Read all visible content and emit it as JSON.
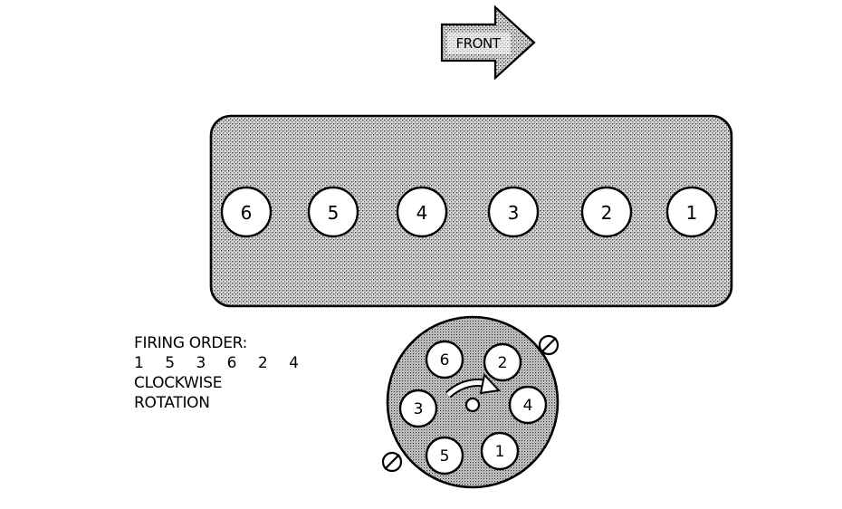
{
  "front_arrow": {
    "label": "FRONT"
  },
  "engine_block": {
    "cylinders": [
      "6",
      "5",
      "4",
      "3",
      "2",
      "1"
    ]
  },
  "firing_info": {
    "title": "FIRING ORDER:",
    "order": "1 5 3 6 2 4",
    "rotation_line1": "CLOCKWISE",
    "rotation_line2": "ROTATION"
  },
  "distributor": {
    "terminals": [
      "6",
      "2",
      "4",
      "1",
      "5",
      "3"
    ],
    "rotation": "clockwise"
  },
  "colors": {
    "line": "#000000",
    "fill_light": "#ffffff",
    "pattern_dot": "#555555"
  }
}
